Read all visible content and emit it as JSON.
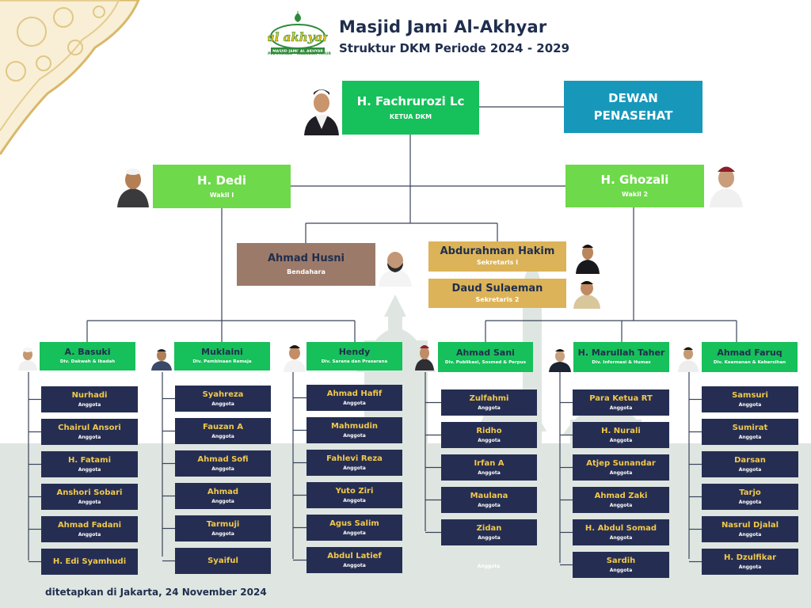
{
  "header": {
    "title": "Masjid Jami Al-Akhyar",
    "subtitle": "Struktur DKM Periode 2024 - 2029",
    "logo_text": "al akhyar",
    "logo_band": "MASJID JAMI' AL AKHYAR",
    "logo_sub": "PEDURENAN - CILANDAK TIMUR"
  },
  "leadership": {
    "ketua": {
      "name": "H. Fachrurozi Lc",
      "role": "KETUA DKM"
    },
    "dewan": {
      "line1": "DEWAN",
      "line2": "PENASEHAT"
    },
    "wakil1": {
      "name": "H. Dedi",
      "role": "Wakil I"
    },
    "wakil2": {
      "name": "H. Ghozali",
      "role": "Wakil 2"
    },
    "bendahara": {
      "name": "Ahmad Husni",
      "role": "Bendahara"
    },
    "sekretaris1": {
      "name": "Abdurahman Hakim",
      "role": "Sekretaris I"
    },
    "sekretaris2": {
      "name": "Daud Sulaeman",
      "role": "Sekretaris 2"
    }
  },
  "divisions": [
    {
      "name": "A. Basuki",
      "division": "Div. Dakwah & Ibadah",
      "members": [
        {
          "name": "Nurhadi",
          "role": "Anggota"
        },
        {
          "name": "Chairul Ansori",
          "role": "Anggota"
        },
        {
          "name": "H. Fatami",
          "role": "Anggota"
        },
        {
          "name": "Anshori Sobari",
          "role": "Anggota"
        },
        {
          "name": "Ahmad Fadani",
          "role": "Anggota"
        },
        {
          "name": "H. Edi Syamhudi",
          "role": ""
        }
      ]
    },
    {
      "name": "Muklaini",
      "division": "Div. Pembinaan  Remaja",
      "members": [
        {
          "name": "Syahreza",
          "role": "Anggota"
        },
        {
          "name": "Fauzan A",
          "role": "Anggota"
        },
        {
          "name": "Ahmad Sofi",
          "role": "Anggota"
        },
        {
          "name": "Ahmad",
          "role": "Anggota"
        },
        {
          "name": "Tarmuji",
          "role": "Anggota"
        },
        {
          "name": "Syaiful",
          "role": ""
        }
      ]
    },
    {
      "name": "Hendy",
      "division": "Div. Sarana dan Prasarana",
      "members": [
        {
          "name": "Ahmad Hafif",
          "role": "Anggota"
        },
        {
          "name": "Mahmudin",
          "role": "Anggota"
        },
        {
          "name": "Fahlevi Reza",
          "role": "Anggota"
        },
        {
          "name": "Yuto Ziri",
          "role": "Anggota"
        },
        {
          "name": "Agus Salim",
          "role": "Anggota"
        },
        {
          "name": "Abdul Latief",
          "role": "Anggota"
        }
      ]
    },
    {
      "name": "Ahmad Sani",
      "division": "Div. Publikasi, Sosmed & Perpus",
      "members": [
        {
          "name": "Zulfahmi",
          "role": "Anggota"
        },
        {
          "name": "Ridho",
          "role": "Anggota"
        },
        {
          "name": "Irfan A",
          "role": "Anggota"
        },
        {
          "name": "Maulana",
          "role": "Anggota"
        },
        {
          "name": "Zidan",
          "role": "Anggota"
        }
      ],
      "extra_label": "Anggota"
    },
    {
      "name": "H. Marullah Taher",
      "division": "Div. Informasi & Humas",
      "members": [
        {
          "name": "Para Ketua RT",
          "role": "Anggota"
        },
        {
          "name": "H. Nurali",
          "role": "Anggota"
        },
        {
          "name": "Atjep Sunandar",
          "role": "Anggota"
        },
        {
          "name": "Ahmad Zaki",
          "role": "Anggota"
        },
        {
          "name": "H. Abdul Somad",
          "role": "Anggota"
        },
        {
          "name": "Sardih",
          "role": "Anggota"
        }
      ]
    },
    {
      "name": "Ahmad Faruq",
      "division": "Div. Keamanan & Kebersihan",
      "members": [
        {
          "name": "Samsuri",
          "role": "Anggota"
        },
        {
          "name": "Sumirat",
          "role": "Anggota"
        },
        {
          "name": "Darsan",
          "role": "Anggota"
        },
        {
          "name": "Tarjo",
          "role": "Anggota"
        },
        {
          "name": "Nasrul Djalal",
          "role": "Anggota"
        },
        {
          "name": "H. Dzulfikar",
          "role": "Anggota"
        }
      ]
    }
  ],
  "footer": "ditetapkan di Jakarta, 24 November 2024"
}
